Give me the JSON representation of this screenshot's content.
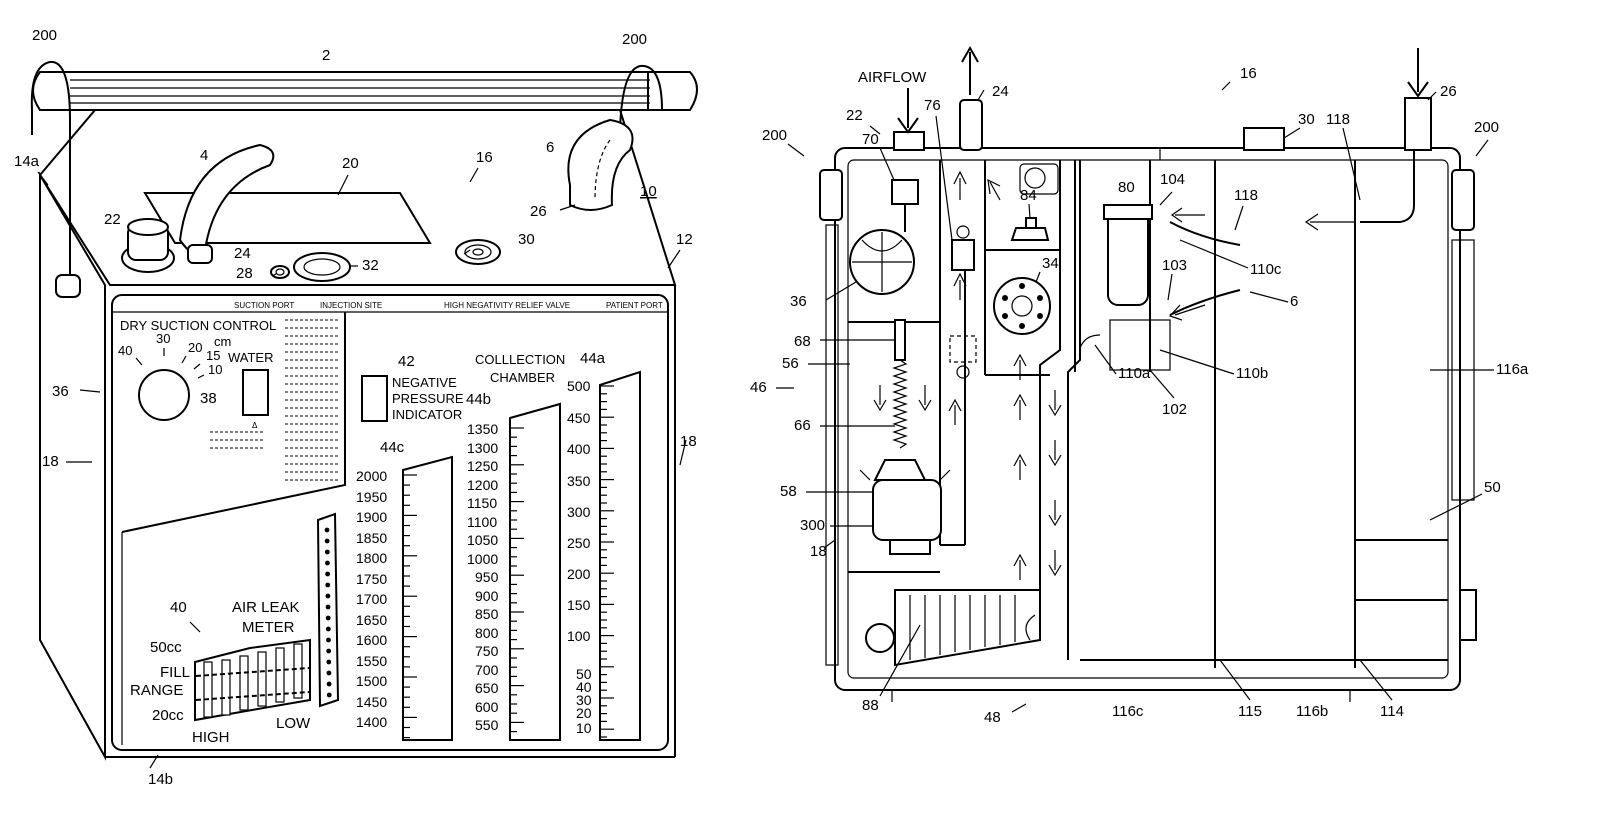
{
  "left": {
    "refs": {
      "r200a": "200",
      "r200b": "200",
      "r2": "2",
      "r4": "4",
      "r20": "20",
      "r16": "16",
      "r6": "6",
      "r10": "10",
      "r12": "12",
      "r14a": "14a",
      "r22": "22",
      "r24": "24",
      "r28": "28",
      "r32": "32",
      "r30": "30",
      "r26": "26",
      "r36": "36",
      "r18a": "18",
      "r18b": "18",
      "r38": "38",
      "r42": "42",
      "r44a": "44a",
      "r44b": "44b",
      "r44c": "44c",
      "r40": "40",
      "r14b": "14b"
    },
    "panel_header": [
      "SUCTION PORT",
      "INJECTION SITE",
      "HIGH NEGATIVITY RELIEF VALVE",
      "PATIENT PORT"
    ],
    "dry_suction": {
      "title": "DRY SUCTION CONTROL",
      "unit1": "cm",
      "unit2": "WATER",
      "ticks": [
        "40",
        "30",
        "20",
        "15",
        "10"
      ]
    },
    "negative_pressure": [
      "NEGATIVE",
      "PRESSURE",
      "INDICATOR"
    ],
    "collection": [
      "COLLLECTION",
      "CHAMBER"
    ],
    "scale_44a": [
      "500",
      "450",
      "400",
      "350",
      "300",
      "250",
      "200",
      "150",
      "100",
      "50",
      "40",
      "30",
      "20",
      "10"
    ],
    "scale_44b": [
      "1350",
      "1300",
      "1250",
      "1200",
      "1150",
      "1100",
      "1050",
      "1000",
      "950",
      "900",
      "850",
      "800",
      "750",
      "700",
      "650",
      "600",
      "550"
    ],
    "scale_44c": [
      "2000",
      "1950",
      "1900",
      "1850",
      "1800",
      "1750",
      "1700",
      "1650",
      "1600",
      "1550",
      "1500",
      "1450",
      "1400"
    ],
    "air_leak": {
      "title1": "AIR LEAK",
      "title2": "METER",
      "fill_top": "50cc",
      "fill1": "FILL",
      "fill2": "RANGE",
      "fill_bottom": "20cc",
      "high": "HIGH",
      "low": "LOW"
    }
  },
  "right": {
    "airflow": "AIRFLOW",
    "refs": {
      "r16": "16",
      "r22": "22",
      "r24": "24",
      "r26": "26",
      "r200a": "200",
      "r200b": "200",
      "r70": "70",
      "r76": "76",
      "r30": "30",
      "r118a": "118",
      "r104": "104",
      "r80": "80",
      "r84": "84",
      "r118b": "118",
      "r34": "34",
      "r36": "36",
      "r110c": "110c",
      "r103": "103",
      "r6": "6",
      "r68": "68",
      "r56": "56",
      "r46": "46",
      "r110a": "110a",
      "r110b": "110b",
      "r102": "102",
      "r116a": "116a",
      "r66": "66",
      "r58": "58",
      "r50": "50",
      "r300": "300",
      "r18": "18",
      "r88": "88",
      "r48": "48",
      "r116c": "116c",
      "r115": "115",
      "r116b": "116b",
      "r114": "114"
    }
  }
}
